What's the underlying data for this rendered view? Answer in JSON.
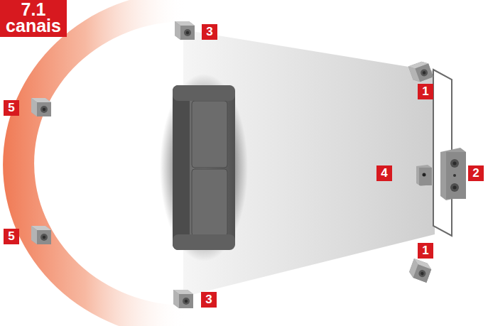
{
  "diagram": {
    "title": "7.1 canais",
    "labels": [
      "3",
      "1",
      "5",
      "4",
      "2",
      "5",
      "1",
      "3"
    ]
  }
}
